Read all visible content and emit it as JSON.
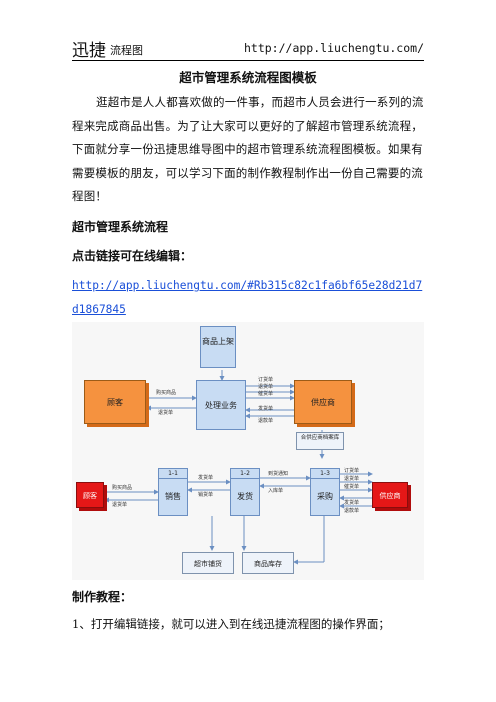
{
  "header": {
    "brand_main": "迅捷",
    "brand_sub": "流程图",
    "url": "http://app.liuchengtu.com/"
  },
  "title": "超市管理系统流程图模板",
  "intro": "逛超市是人人都喜欢做的一件事，而超市人员会进行一系列的流程来完成商品出售。为了让大家可以更好的了解超市管理系统流程，下面就分享一份迅捷思维导图中的超市管理系统流程图模板。如果有需要模板的朋友，可以学习下面的制作教程制作出一份自己需要的流程图！",
  "section_heading": "超市管理系统流程",
  "link_label": "点击链接可在线编辑：",
  "link_url": "http://app.liuchengtu.com/#Rb315c82c1fa6bf65e28d21d7d1867845",
  "diagram": {
    "top": {
      "goods": "商品上架",
      "customer": "顾客",
      "process": "处理业务",
      "supplier": "供应商",
      "supplier_file": "合供应商档案库",
      "left_arrows": [
        "购买商品",
        "退货单"
      ],
      "right_top_arrows": [
        "订货单",
        "退货单",
        "催货单"
      ],
      "right_bottom_arrows": [
        "发货单",
        "退款单"
      ]
    },
    "bottom": {
      "customer": "顾客",
      "supplier": "供应商",
      "sales_id": "1-1",
      "sales": "销售",
      "delivery_id": "1-2",
      "delivery": "发货",
      "purchase_id": "1-3",
      "purchase": "采购",
      "store": "超市铺货",
      "stock": "商品库存",
      "cust_arrows": [
        "购买商品",
        "退货单"
      ],
      "mid_arrows_1": [
        "发货单",
        "销货单"
      ],
      "mid_arrows_2": [
        "到货通知",
        "入库单"
      ],
      "sup_arrows": [
        "订货单",
        "退货单",
        "催货单",
        "发货单",
        "退款单"
      ]
    },
    "colors": {
      "blue": "#c8dcf3",
      "orange": "#f5923f",
      "red": "#e51717"
    }
  },
  "tutorial_heading": "制作教程：",
  "step1": "1、打开编辑链接，就可以进入到在线迅捷流程图的操作界面；"
}
